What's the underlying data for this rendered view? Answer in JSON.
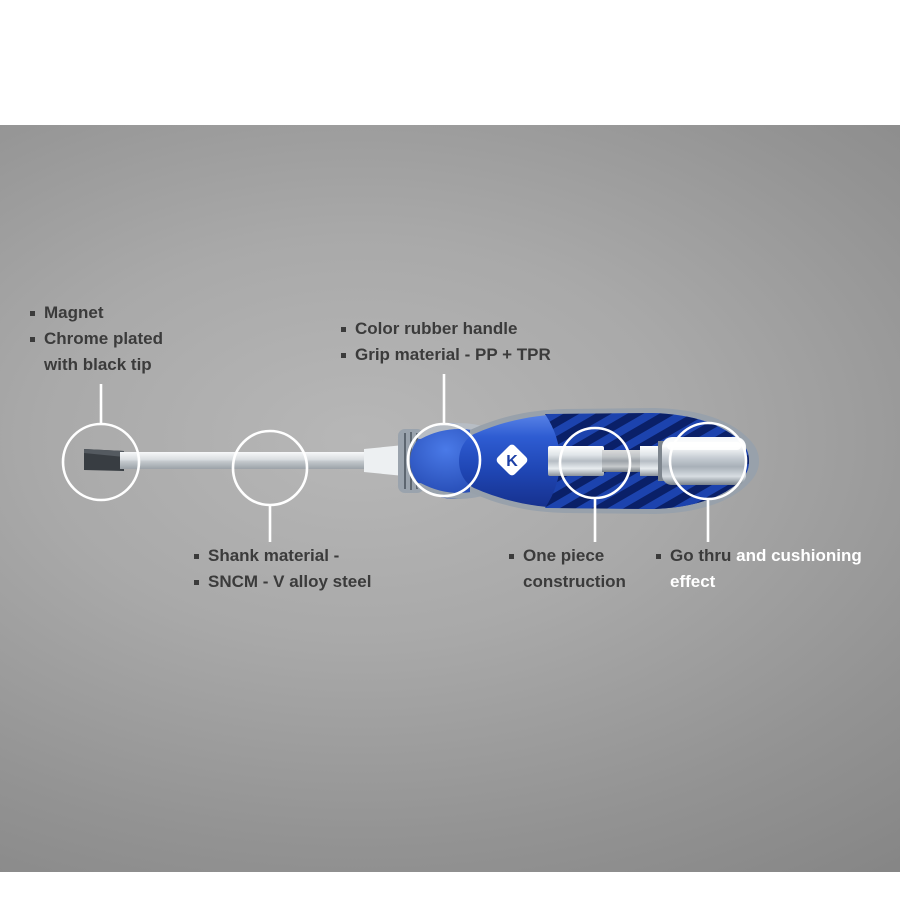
{
  "colors": {
    "text_dark": "#3b3b3b",
    "text_white": "#ffffff",
    "callout_line": "#ffffff",
    "handle_blue": "#2457d0",
    "handle_navy": "#0a2068",
    "chrome": "#c3cad1"
  },
  "labels": {
    "magnet": {
      "line1": "Magnet",
      "line2": "Chrome plated",
      "line3": "with black tip"
    },
    "rubber": {
      "line1": "Color rubber handle",
      "line2": "Grip material - PP + TPR"
    },
    "shank": {
      "line1": "Shank material -",
      "line2": "SNCM - V alloy steel"
    },
    "one_piece": {
      "line1": "One piece",
      "line2": "construction"
    },
    "go_thru": {
      "dark": "Go thru",
      "white1": "and cushioning",
      "white2": "effect"
    }
  },
  "figure": {
    "logo_letter": "K",
    "description": "Screwdriver with flat black tip, chrome alloy shank and blue rubber handle, annotated with five callout circles"
  }
}
